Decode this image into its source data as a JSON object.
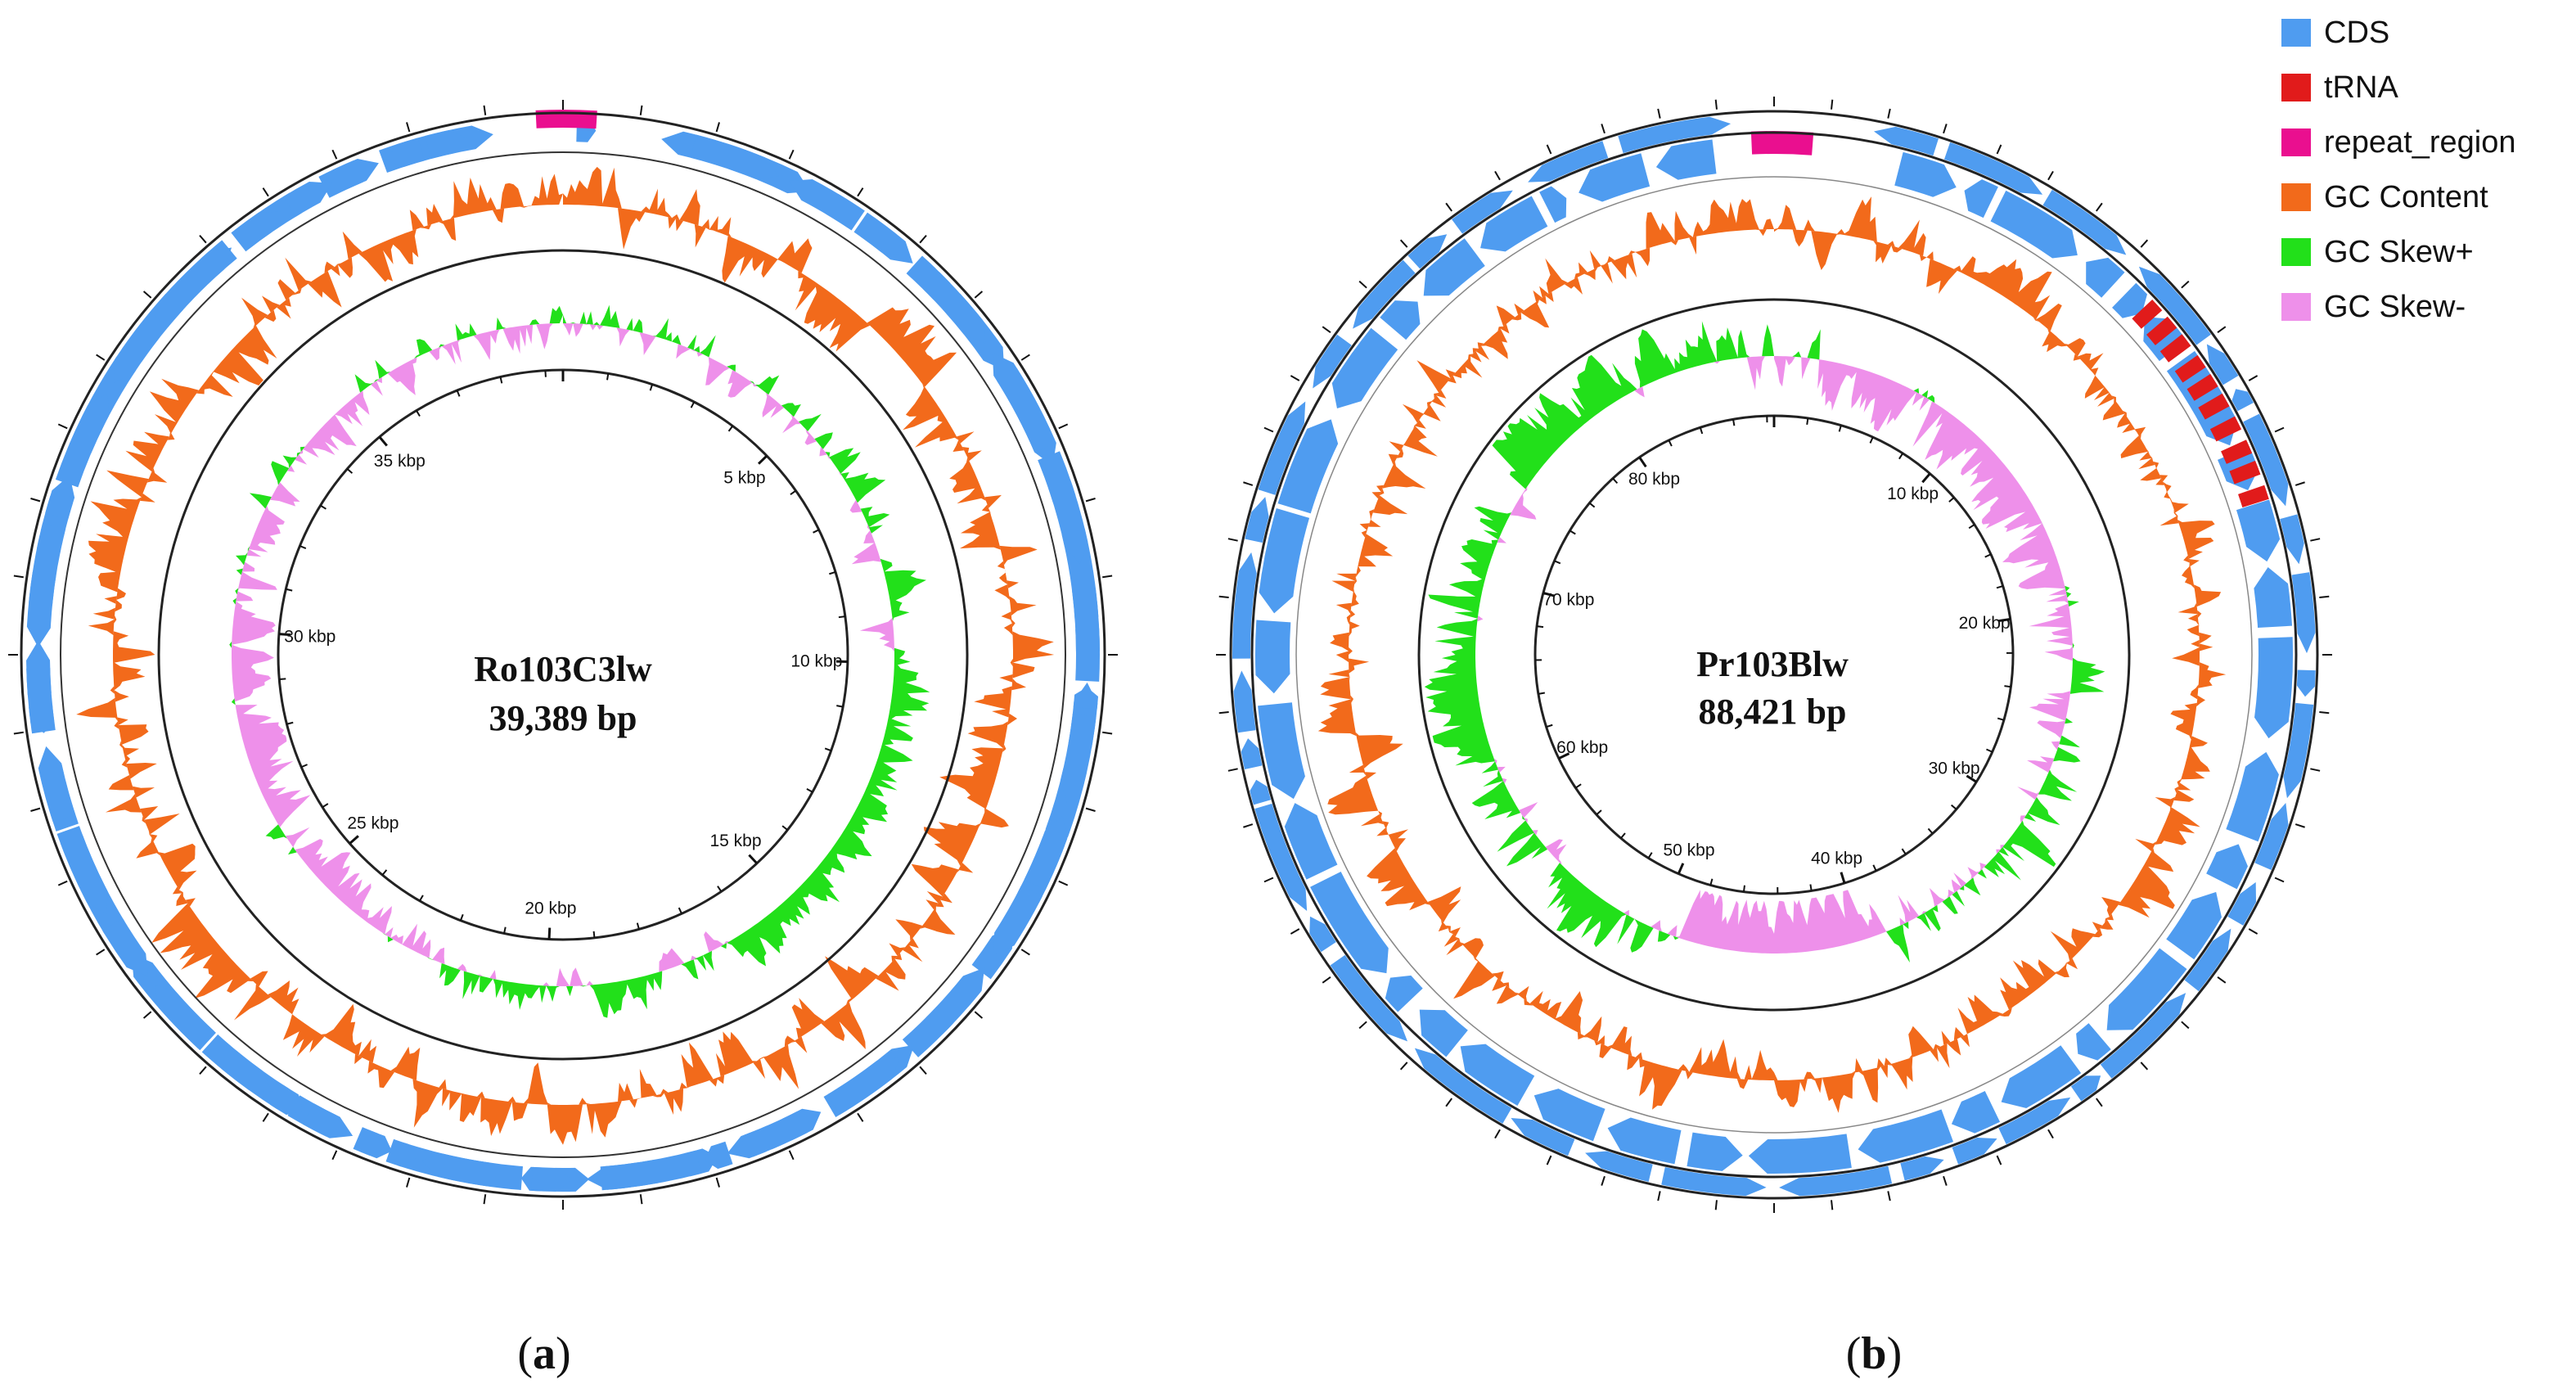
{
  "legend": {
    "items": [
      {
        "label": "CDS",
        "color": "#4f9cf0"
      },
      {
        "label": "tRNA",
        "color": "#e11b1b"
      },
      {
        "label": "repeat_region",
        "color": "#ea0f8f"
      },
      {
        "label": "GC Content",
        "color": "#f26a1b"
      },
      {
        "label": "GC Skew+",
        "color": "#22e01a"
      },
      {
        "label": "GC Skew-",
        "color": "#ee90ea"
      }
    ]
  },
  "panels": [
    {
      "id": "a",
      "letter": "a",
      "name": "Ro103C3lw",
      "length_label": "39,389 bp",
      "length_bp": 39389,
      "tick_labels": [
        "5 kbp",
        "10 kbp",
        "15 kbp",
        "20 kbp",
        "25 kbp",
        "30 kbp",
        "35 kbp"
      ],
      "tick_kbp": [
        5,
        10,
        15,
        20,
        25,
        30,
        35
      ],
      "repeat_regions": [
        [
          0.992,
          1.0
        ],
        [
          0.0,
          0.01
        ]
      ],
      "trna": []
    },
    {
      "id": "b",
      "letter": "b",
      "name": "Pr103Blw",
      "length_label": "88,421 bp",
      "length_bp": 88421,
      "tick_labels": [
        "10 kbp",
        "20 kbp",
        "30 kbp",
        "40 kbp",
        "50 kbp",
        "60 kbp",
        "70 kbp",
        "80 kbp"
      ],
      "tick_kbp": [
        10,
        20,
        30,
        40,
        50,
        60,
        70,
        80
      ],
      "repeat_regions": [
        [
          0.993,
          1.0
        ],
        [
          0.0,
          0.012
        ]
      ],
      "trna": [
        0.13,
        0.137,
        0.144,
        0.152,
        0.159,
        0.166,
        0.174,
        0.182,
        0.189,
        0.197
      ]
    }
  ]
}
